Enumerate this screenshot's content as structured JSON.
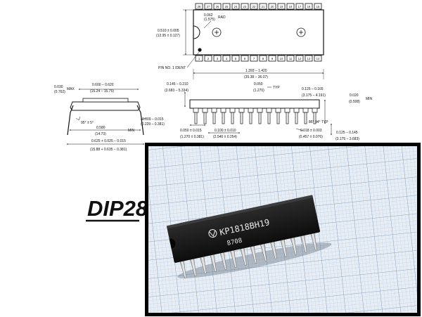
{
  "label": "DIP28",
  "top_view": {
    "top_pins": [
      "28",
      "27",
      "26",
      "25",
      "24",
      "23",
      "22",
      "21",
      "20",
      "19",
      "18",
      "17",
      "16",
      "15"
    ],
    "bottom_pins": [
      "1",
      "2",
      "3",
      "4",
      "5",
      "6",
      "7",
      "8",
      "9",
      "10",
      "11",
      "12",
      "13",
      "14"
    ],
    "rad_value": "0.062",
    "rad_metric": "(1.575)",
    "rad_label": "RAD",
    "width_value": "0.510 ± 0.005",
    "width_metric": "(12.95 ± 0.127)",
    "pin1_label": "PIN NO. 1 IDENT",
    "length_value": "1.393 – 1.420",
    "length_metric": "(35.38 – 36.07)"
  },
  "end_view": {
    "max_value": "0.030",
    "max_metric": "(0.762)",
    "max_label": "MAX",
    "body_value": "0.600 – 0.620",
    "body_metric": "(15.24 – 15.75)",
    "angle": "95° ± 5°",
    "min_value": "0.580",
    "min_metric": "(14.73)",
    "min_label": "MIN",
    "lead_thick_value": "0.009 – 0.015",
    "lead_thick_metric": "(0.229 – 0.381)",
    "span_value": "0.625 + 0.025 − 0.015",
    "span_metric": "(15.88 + 0.635 − 0.381)"
  },
  "side_view": {
    "height_value": "0.145 – 0.210",
    "height_metric": "(3.683 – 5.334)",
    "typ1_value": "0.050",
    "typ1_metric": "(1.270)",
    "typ_label": "TYP",
    "seat_value": "0.125 – 0.165",
    "seat_metric": "(3.175 – 4.191)",
    "standoff_value": "0.020",
    "standoff_metric": "(0.508)",
    "standoff_label": "MIN",
    "angle": "86° 94° TYP",
    "shoulder_value": "0.050 ± 0.015",
    "shoulder_metric": "(1.270 ± 0.381)",
    "pitch_value": "0.100 ± 0.010",
    "pitch_metric": "(2.540 ± 0.254)",
    "lead_value": "0.018 ± 0.003",
    "lead_metric": "(0.457 ± 0.076)",
    "tip_value": "0.125 – 0.145",
    "tip_metric": "(3.175 – 3.683)"
  },
  "photo": {
    "part_number": "КР1818ВН19",
    "date_code": "8708"
  }
}
